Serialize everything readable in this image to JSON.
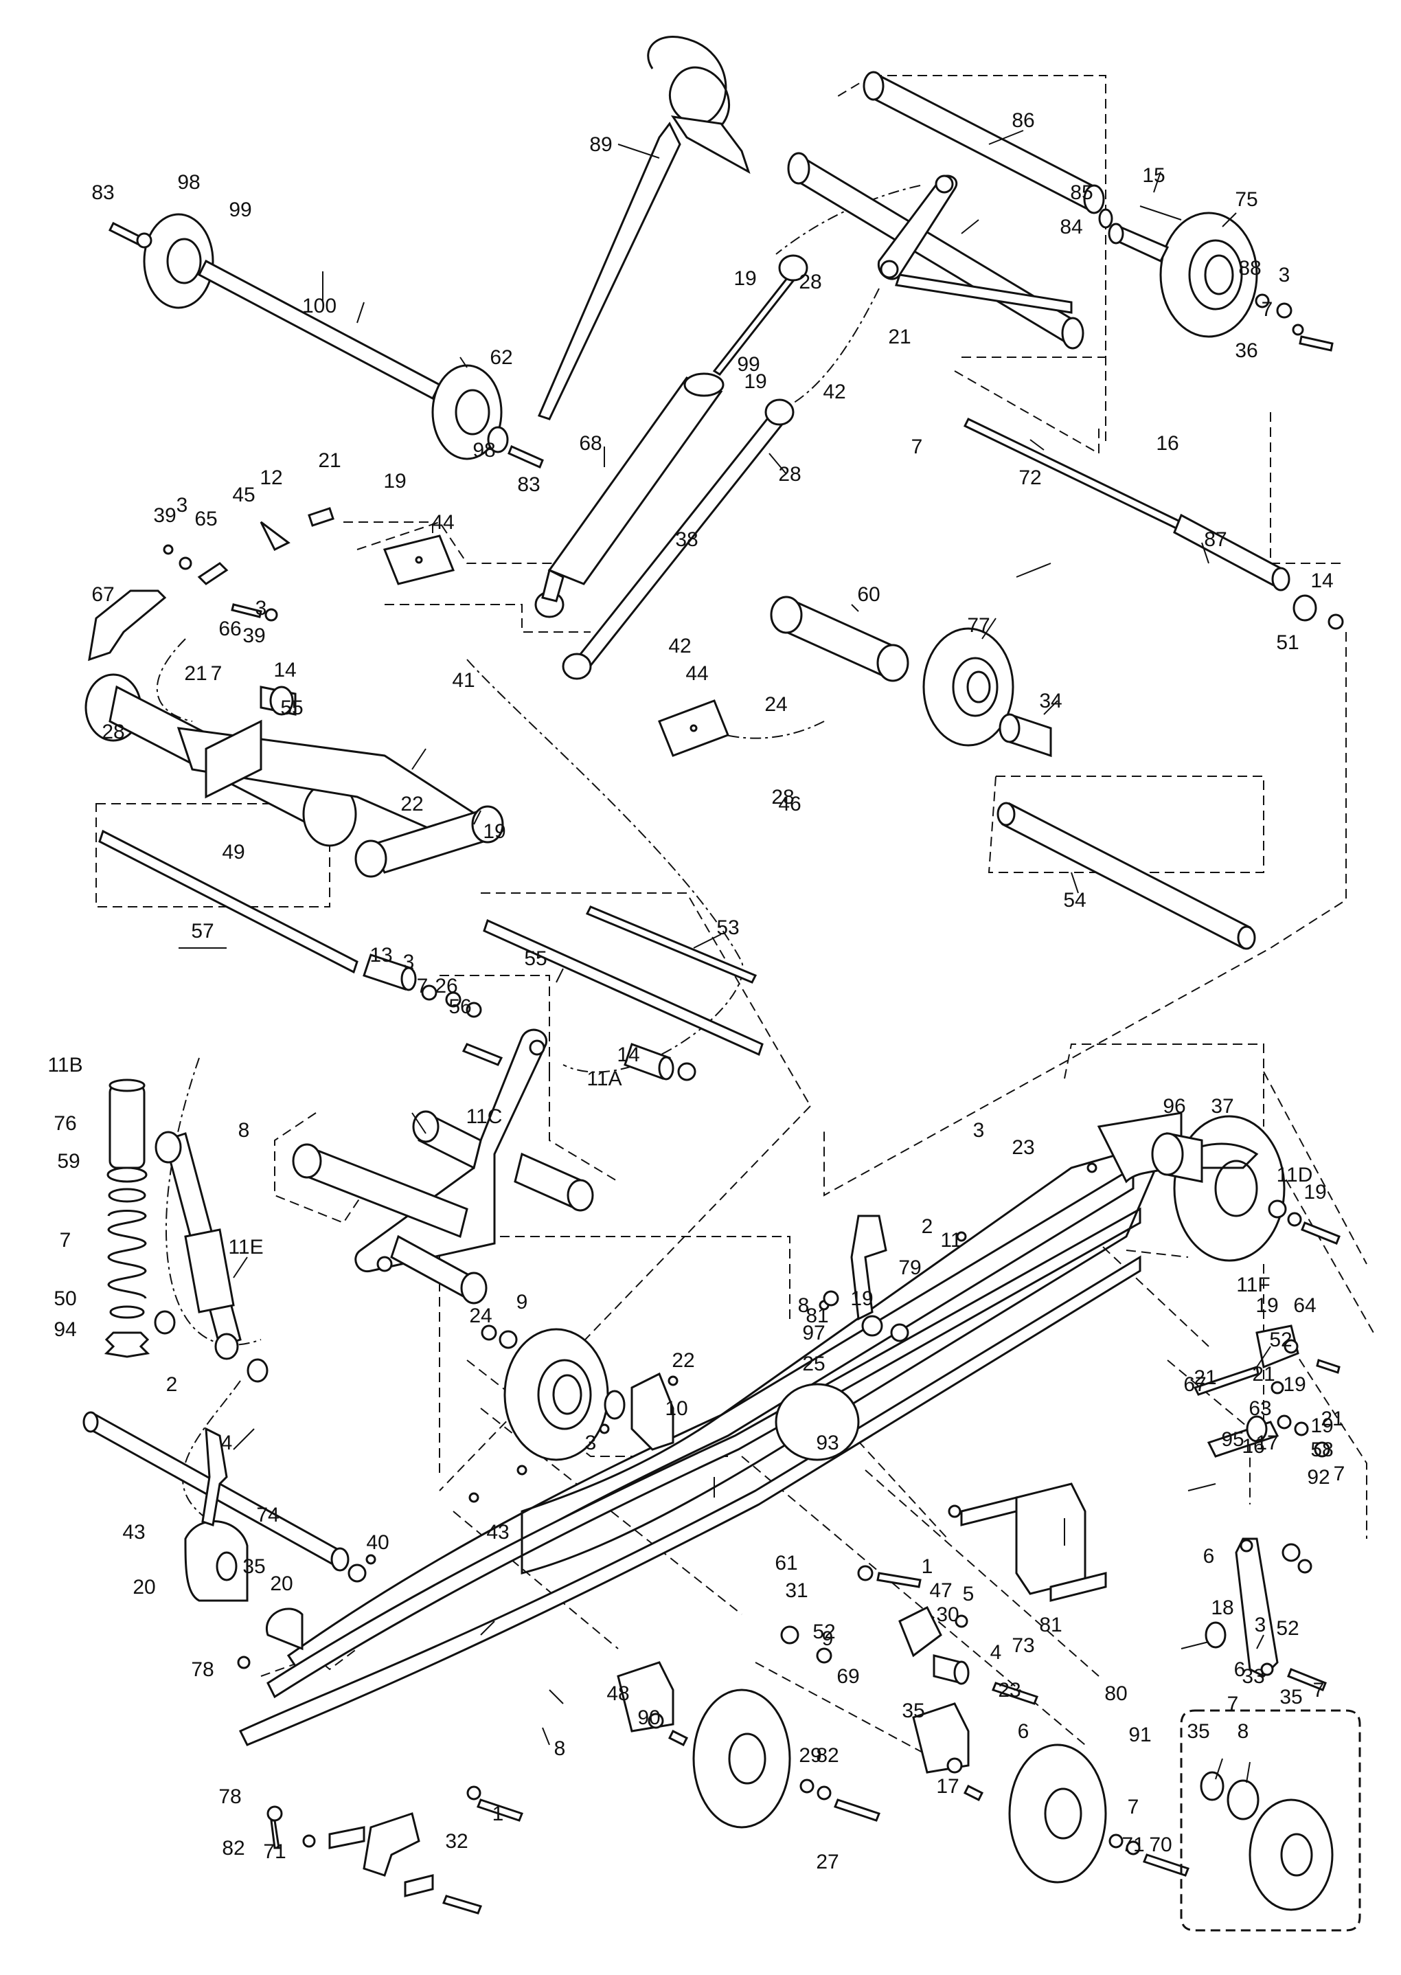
{
  "callouts": [
    "86",
    "89",
    "15",
    "85",
    "75",
    "83",
    "98",
    "99",
    "84",
    "88",
    "3",
    "19",
    "28",
    "7",
    "36",
    "100",
    "21",
    "62",
    "99",
    "19",
    "42",
    "16",
    "7",
    "68",
    "98",
    "83",
    "28",
    "72",
    "12",
    "21",
    "19",
    "45",
    "44",
    "39",
    "3",
    "65",
    "38",
    "87",
    "67",
    "66",
    "3",
    "39",
    "60",
    "14",
    "77",
    "51",
    "42",
    "44",
    "41",
    "21",
    "7",
    "14",
    "34",
    "24",
    "55",
    "28",
    "28",
    "46",
    "22",
    "19",
    "49",
    "54",
    "57",
    "53",
    "13",
    "3",
    "7",
    "26",
    "56",
    "55",
    "14",
    "11A",
    "11B",
    "11C",
    "76",
    "59",
    "96",
    "37",
    "3",
    "23",
    "8",
    "11D",
    "7",
    "19",
    "2",
    "11",
    "79",
    "11E",
    "19",
    "50",
    "11F",
    "8",
    "9",
    "94",
    "97",
    "21",
    "64",
    "2",
    "24",
    "81",
    "19",
    "52",
    "25",
    "21",
    "22",
    "67",
    "19",
    "4",
    "63",
    "10",
    "95",
    "17",
    "93",
    "3",
    "21",
    "16",
    "58",
    "92",
    "19",
    "7",
    "43",
    "74",
    "61",
    "40",
    "1",
    "47",
    "5",
    "6",
    "20",
    "35",
    "43",
    "31",
    "30",
    "81",
    "3",
    "20",
    "18",
    "52",
    "69",
    "73",
    "4",
    "23",
    "80",
    "6",
    "48",
    "9",
    "33",
    "35",
    "35",
    "78",
    "52",
    "6",
    "8",
    "7",
    "91",
    "90",
    "7",
    "29",
    "82",
    "35",
    "8",
    "7",
    "1",
    "27",
    "17",
    "71",
    "70",
    "78",
    "82",
    "71",
    "32"
  ]
}
